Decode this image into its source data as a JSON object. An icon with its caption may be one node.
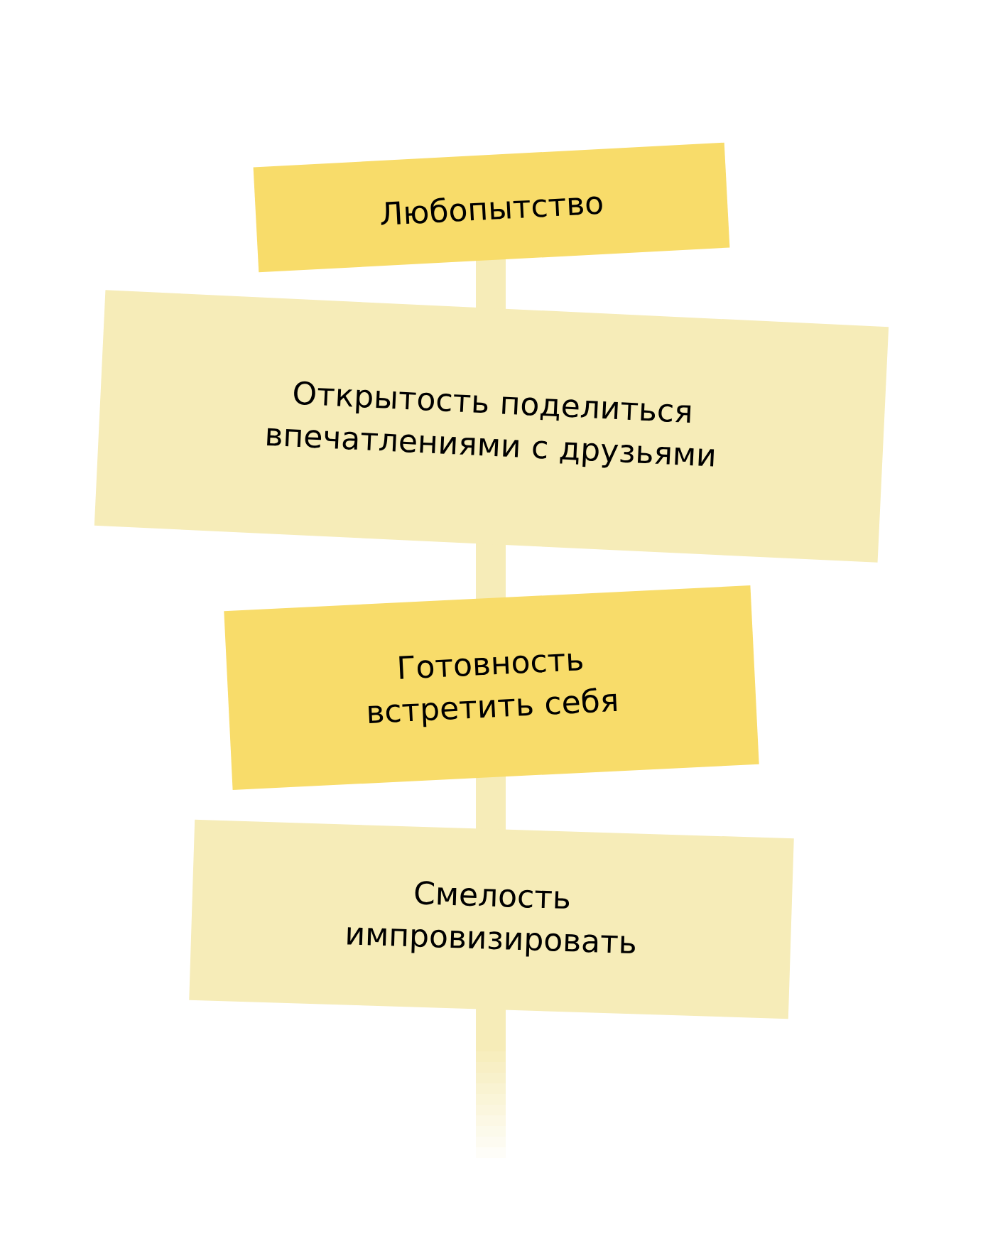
{
  "diagram": {
    "nodes": [
      {
        "text": [
          "Любопытство"
        ]
      },
      {
        "text": [
          "Открытость поделиться впечатлениями с друзьями"
        ]
      },
      {
        "text": [
          "Готовность встретить себя"
        ]
      },
      {
        "text": [
          "Смелость импровизировать"
        ]
      }
    ]
  }
}
